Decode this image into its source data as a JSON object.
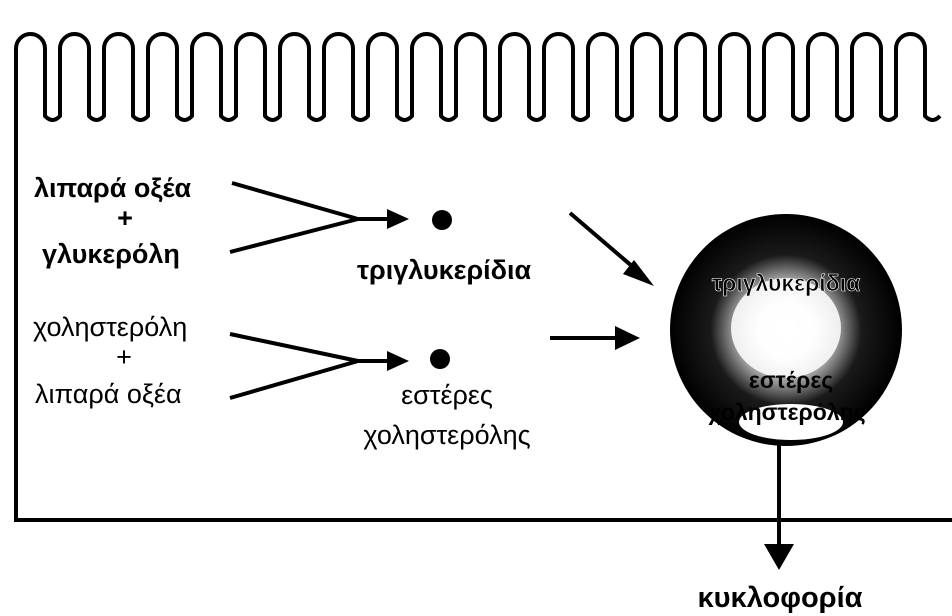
{
  "left_inputs": {
    "group1": {
      "line1": "λιπαρά οξέα",
      "plus": "+",
      "line2": "γλυκερόλη"
    },
    "group2": {
      "line1": "χοληστερόλη",
      "plus": "+",
      "line2": "λιπαρά οξέα"
    }
  },
  "products": {
    "triglycerides": "τριγλυκερίδια",
    "cholesterol_esters_line1": "εστέρες",
    "cholesterol_esters_line2": "χοληστερόλης"
  },
  "chylomicron": {
    "top_label": "τριγλυκερίδια",
    "mid_label": "εστέρες",
    "bottom_label": "χοληστερόλης"
  },
  "output": {
    "label": "κυκλοφορία"
  },
  "colors": {
    "ink": "#000000",
    "background": "#ffffff"
  }
}
